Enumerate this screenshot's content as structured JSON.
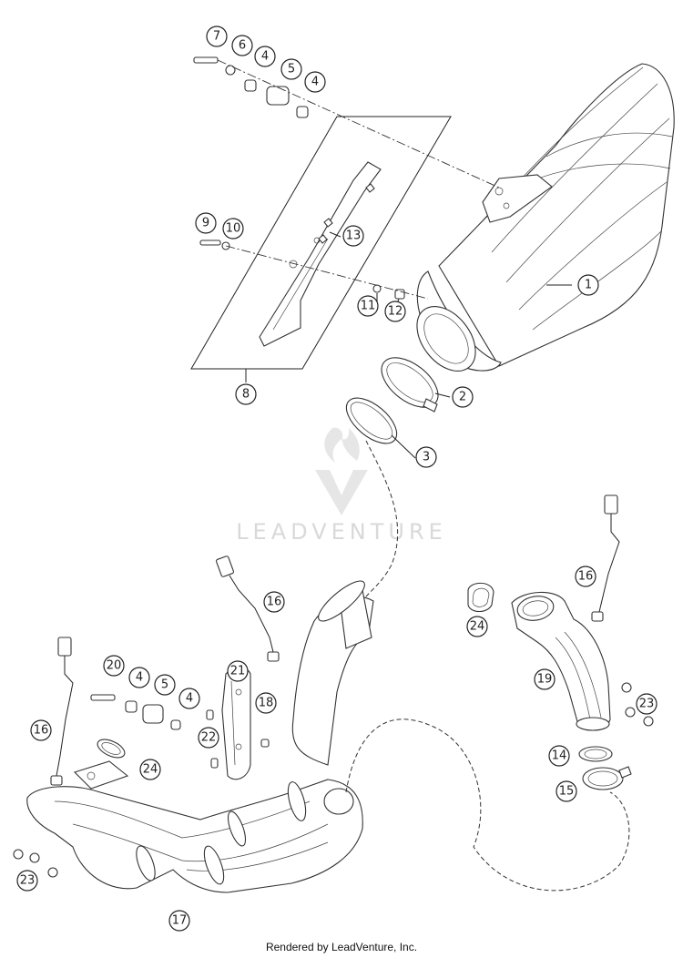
{
  "watermark": {
    "text": "LEADVENTURE"
  },
  "footer": {
    "text": "Rendered by LeadVenture, Inc."
  },
  "callouts": [
    {
      "label": "7"
    },
    {
      "label": "6"
    },
    {
      "label": "4"
    },
    {
      "label": "5"
    },
    {
      "label": "4"
    },
    {
      "label": "9"
    },
    {
      "label": "10"
    },
    {
      "label": "13"
    },
    {
      "label": "1"
    },
    {
      "label": "11"
    },
    {
      "label": "12"
    },
    {
      "label": "8"
    },
    {
      "label": "2"
    },
    {
      "label": "3"
    },
    {
      "label": "16"
    },
    {
      "label": "24"
    },
    {
      "label": "16"
    },
    {
      "label": "19"
    },
    {
      "label": "23"
    },
    {
      "label": "14"
    },
    {
      "label": "15"
    },
    {
      "label": "20"
    },
    {
      "label": "4"
    },
    {
      "label": "5"
    },
    {
      "label": "4"
    },
    {
      "label": "21"
    },
    {
      "label": "18"
    },
    {
      "label": "22"
    },
    {
      "label": "16"
    },
    {
      "label": "24"
    },
    {
      "label": "23"
    },
    {
      "label": "17"
    }
  ]
}
